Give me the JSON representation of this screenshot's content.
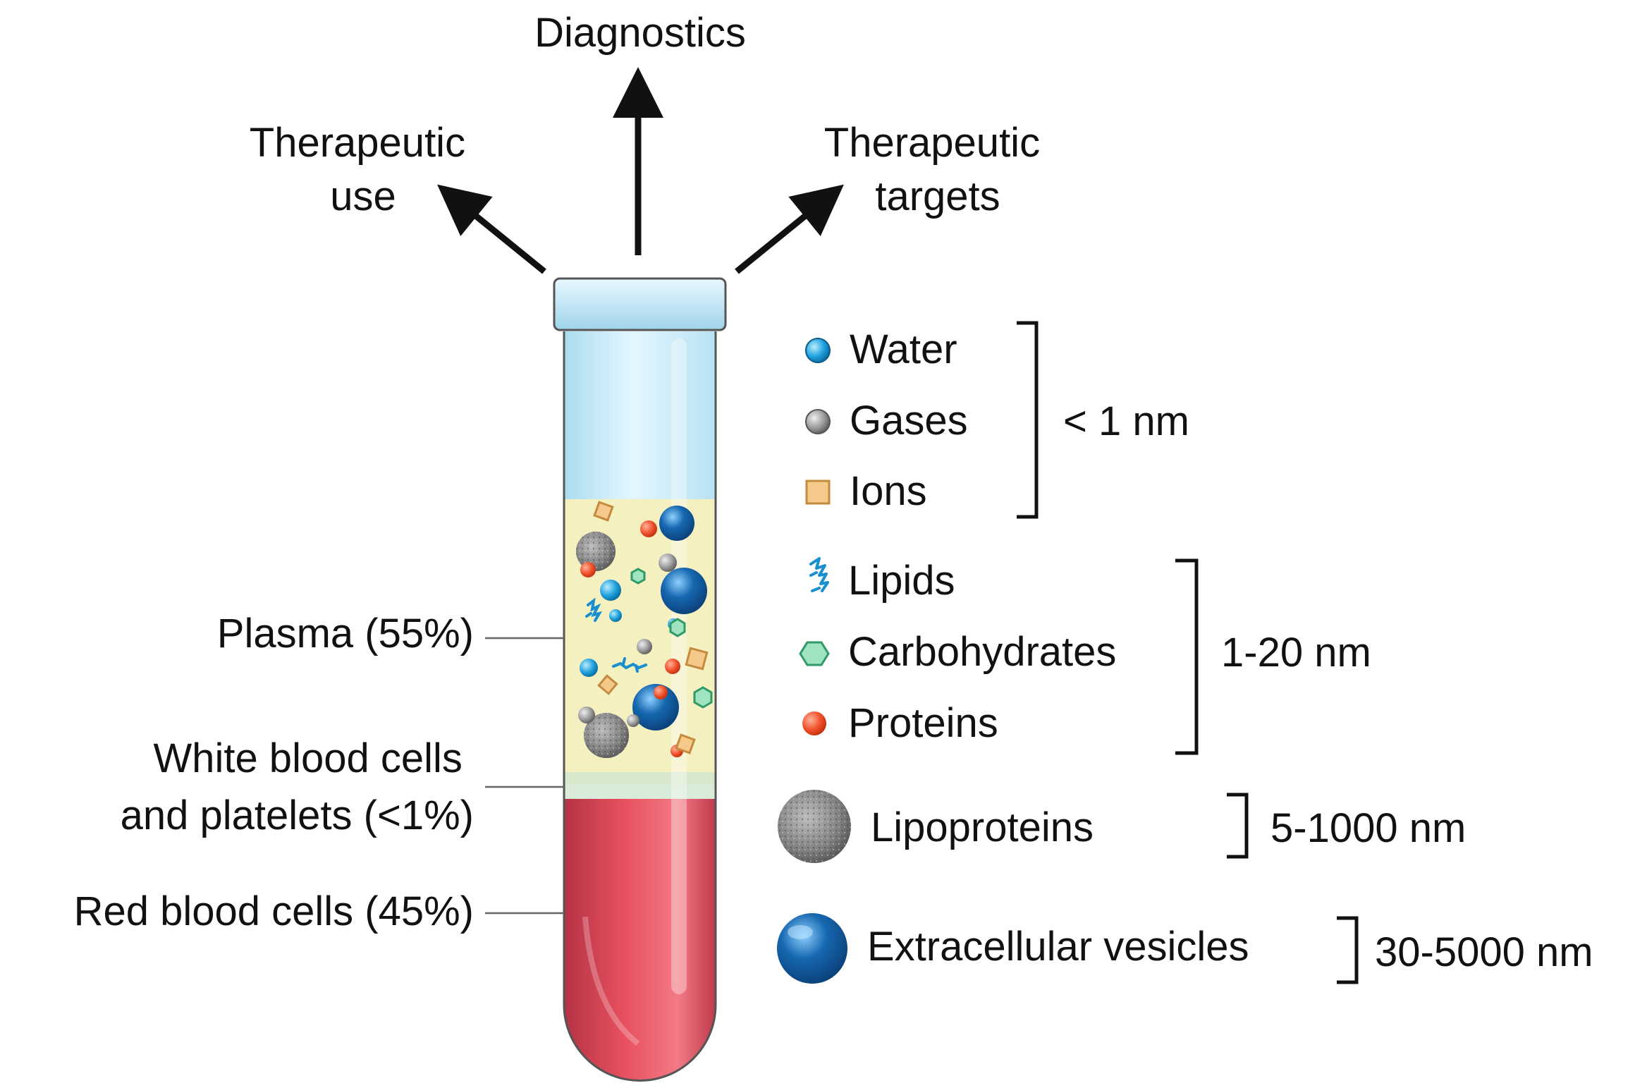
{
  "uses": {
    "diagnostics": "Diagnostics",
    "therapeutic_use": [
      "Therapeutic",
      "use"
    ],
    "therapeutic_targets": [
      "Therapeutic",
      "targets"
    ]
  },
  "layers": {
    "plasma": "Plasma (55%)",
    "buffy_coat": [
      "White blood cells",
      "and platelets (<1%)"
    ],
    "red_cells": "Red blood cells (45%)"
  },
  "legend": {
    "water": "Water",
    "gases": "Gases",
    "ions": "Ions",
    "lipids": "Lipids",
    "carbohydrates": "Carbohydrates",
    "proteins": "Proteins",
    "lipoproteins": "Lipoproteins",
    "vesicles": "Extracellular vesicles"
  },
  "size_ranges": {
    "small": "< 1 nm",
    "medium": "1-20 nm",
    "lipoproteins": "5-1000 nm",
    "vesicles": "30-5000 nm"
  },
  "colors": {
    "water": "#1ea0dc",
    "gas": "#9a9a9a",
    "ion": "#f5c98a",
    "lipid": "#1a8fd0",
    "carbohydrate": "#9fe3c0",
    "protein": "#f0502a",
    "lipoprotein": "#808080",
    "vesicle": "#1668b0",
    "plasma": "#f4f0c0",
    "tube_top": "#cfeefa",
    "blood": "#e8505f"
  }
}
